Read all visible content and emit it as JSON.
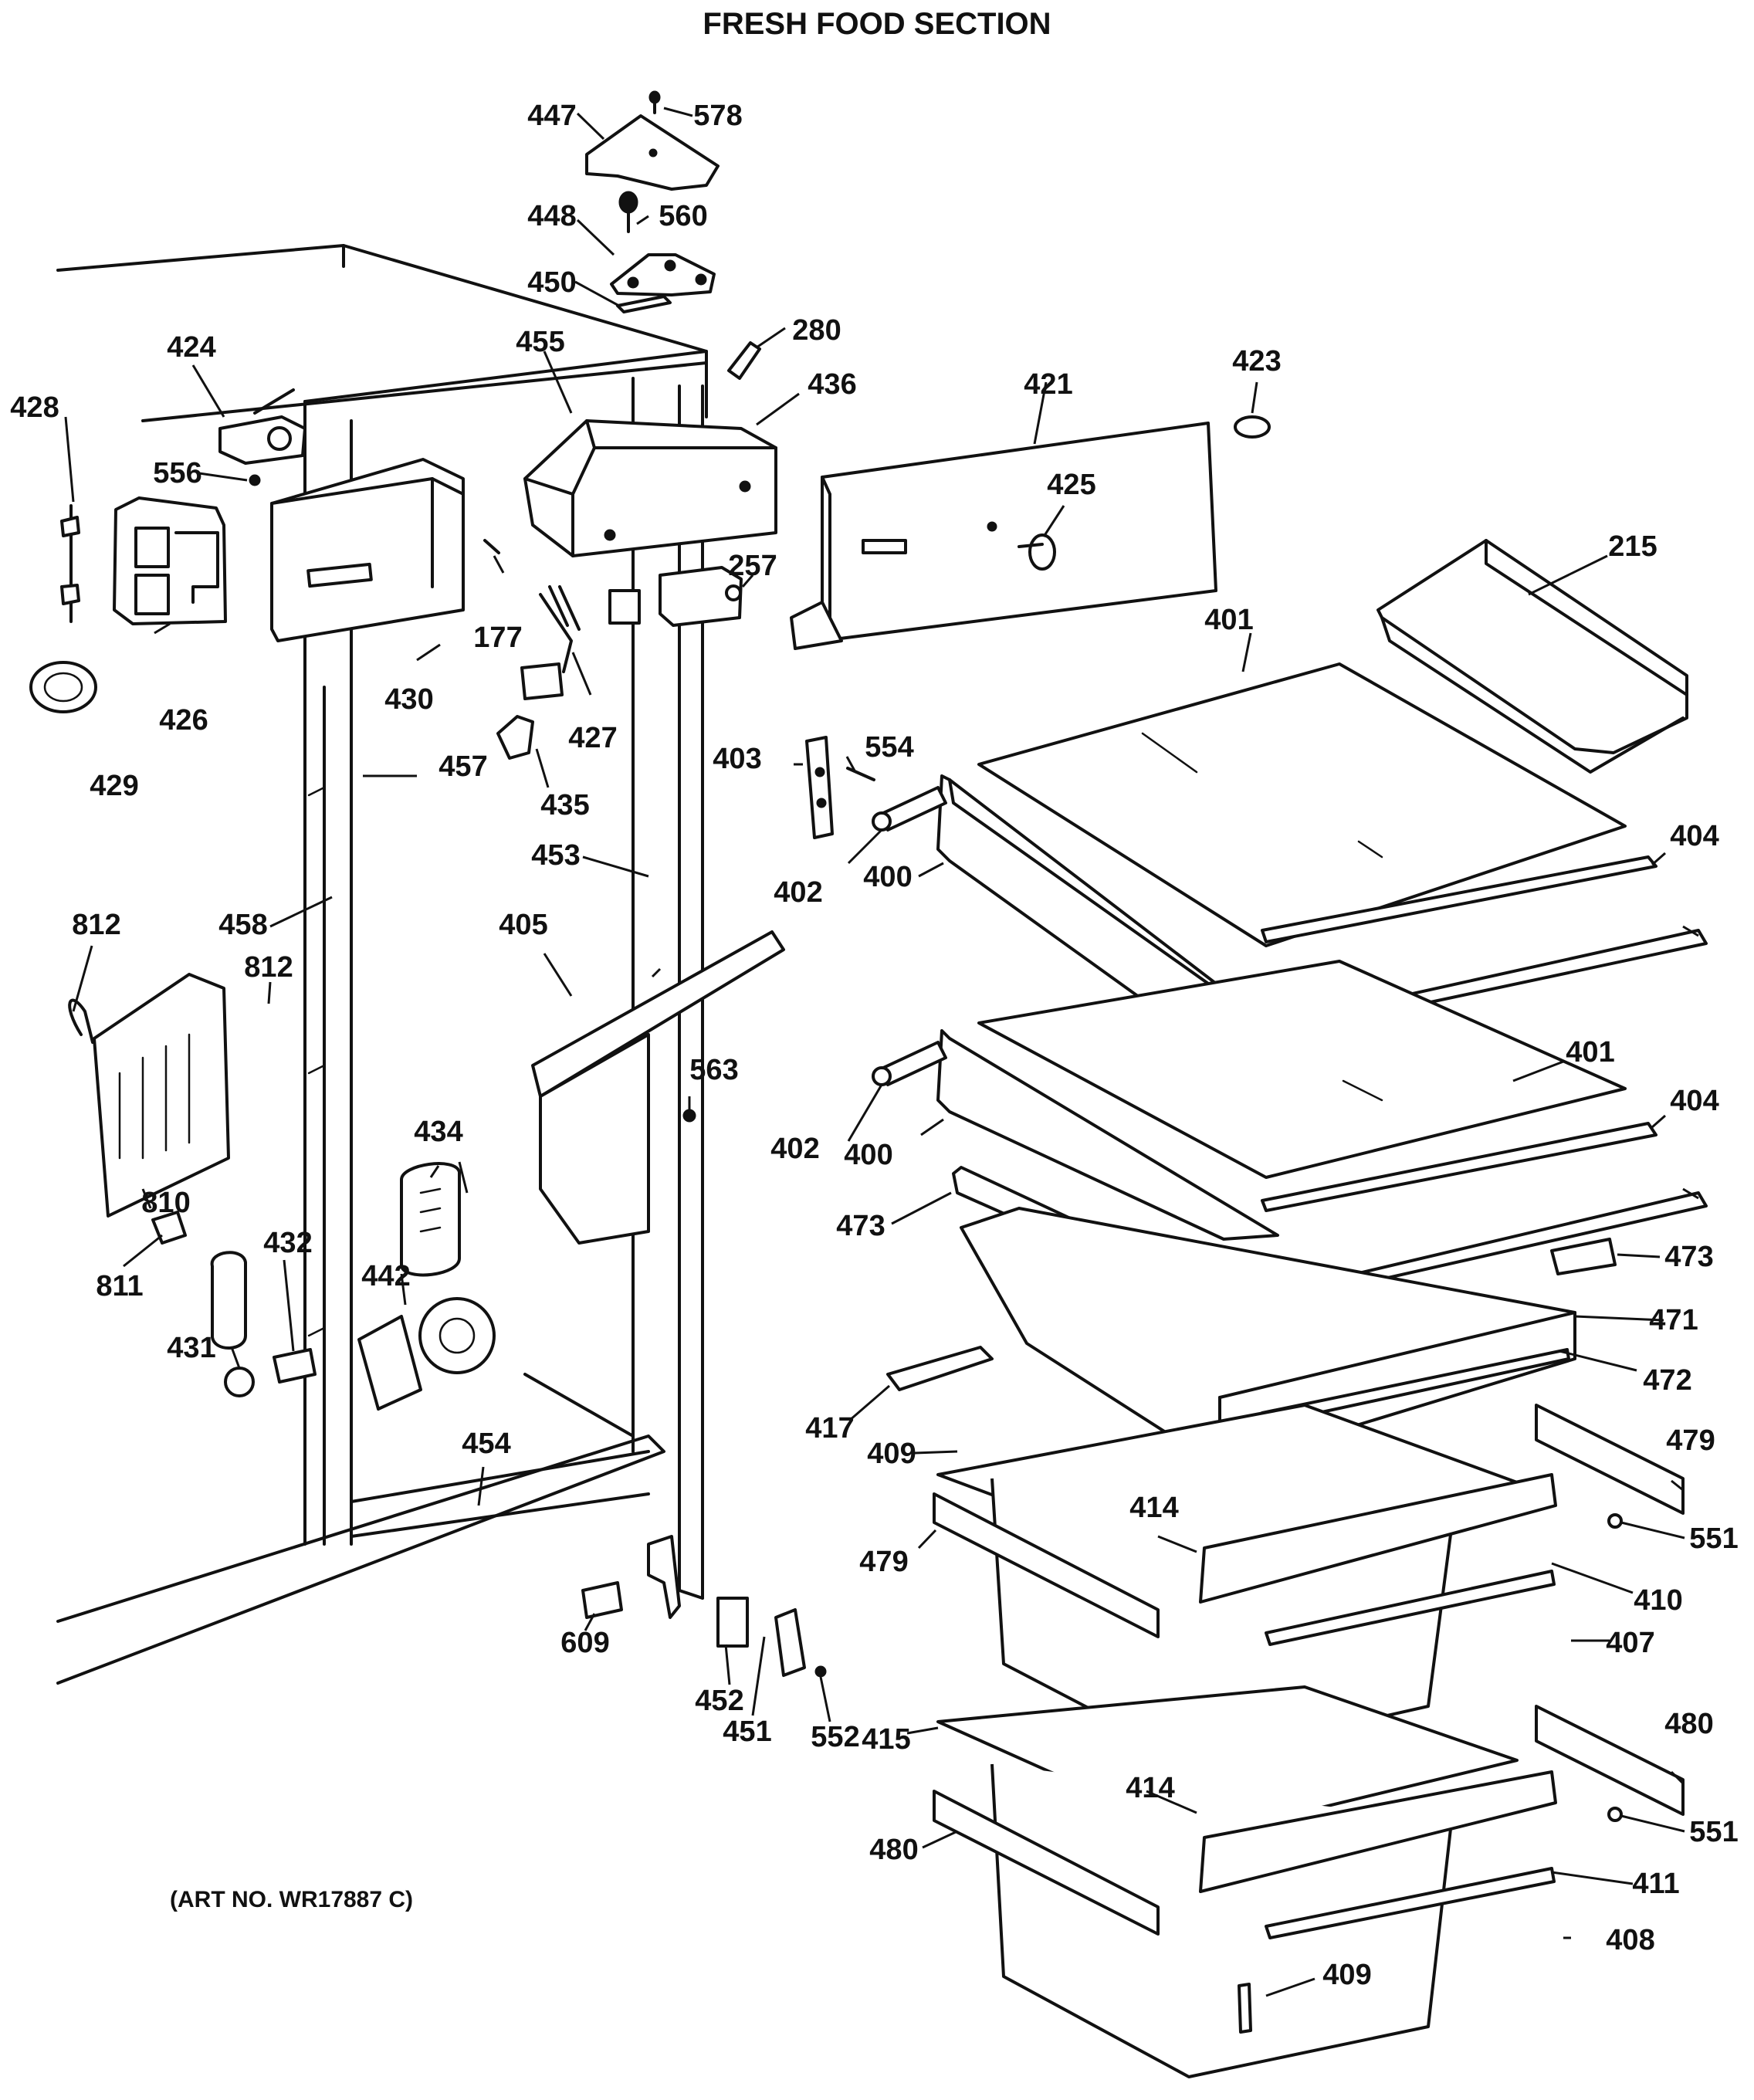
{
  "title": "FRESH FOOD SECTION",
  "art_number": "(ART NO. WR17887 C)",
  "callouts": {
    "c215": "215",
    "c177": "177",
    "c257": "257",
    "c280": "280",
    "c400a": "400",
    "c400b": "400",
    "c401a": "401",
    "c401b": "401",
    "c402a": "402",
    "c402b": "402",
    "c403": "403",
    "c404a": "404",
    "c404b": "404",
    "c405": "405",
    "c407": "407",
    "c408": "408",
    "c409a": "409",
    "c409b": "409",
    "c410": "410",
    "c411": "411",
    "c414a": "414",
    "c414b": "414",
    "c415": "415",
    "c417": "417",
    "c421": "421",
    "c423": "423",
    "c424": "424",
    "c425": "425",
    "c426": "426",
    "c427": "427",
    "c428": "428",
    "c429": "429",
    "c430": "430",
    "c431": "431",
    "c432": "432",
    "c434": "434",
    "c435": "435",
    "c436": "436",
    "c442": "442",
    "c447": "447",
    "c448": "448",
    "c450": "450",
    "c451": "451",
    "c452": "452",
    "c453": "453",
    "c454": "454",
    "c455": "455",
    "c457": "457",
    "c458": "458",
    "c471": "471",
    "c472": "472",
    "c473a": "473",
    "c473b": "473",
    "c479a": "479",
    "c479b": "479",
    "c480a": "480",
    "c480b": "480",
    "c551a": "551",
    "c551b": "551",
    "c552": "552",
    "c554": "554",
    "c556": "556",
    "c560": "560",
    "c563": "563",
    "c578": "578",
    "c609": "609",
    "c810": "810",
    "c811": "811",
    "c812a": "812",
    "c812b": "812"
  }
}
